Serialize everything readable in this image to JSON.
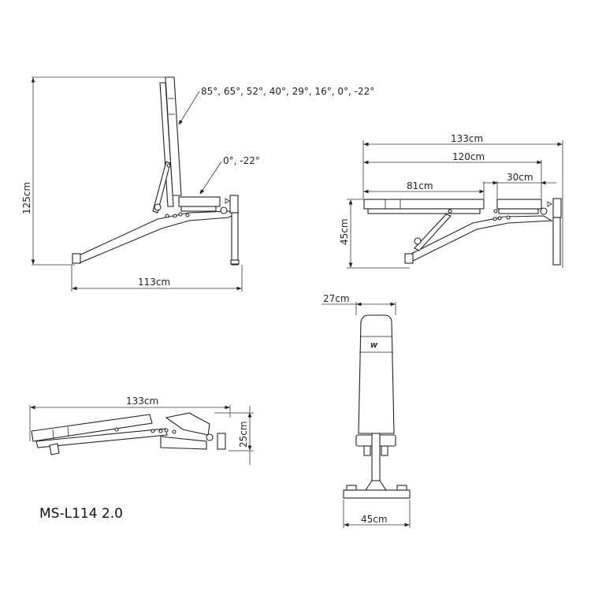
{
  "model_label": "MS-L114 2.0",
  "views": {
    "side_upright": {
      "height_label": "125cm",
      "length_label": "113cm",
      "backrest_angles_label": "85°, 65°, 52°, 40°, 29°, 16°, 0°, -22°",
      "seat_angles_label": "0°, -22°"
    },
    "side_flat": {
      "total_length_label": "133cm",
      "pad_length_label": "120cm",
      "back_pad_label": "81cm",
      "seat_pad_label": "30cm",
      "height_label": "45cm"
    },
    "side_folded": {
      "length_label": "133cm",
      "height_label": "25cm"
    },
    "front": {
      "pad_width_label": "27cm",
      "base_width_label": "45cm"
    }
  },
  "colors": {
    "line": "#222222",
    "background": "#ffffff"
  }
}
